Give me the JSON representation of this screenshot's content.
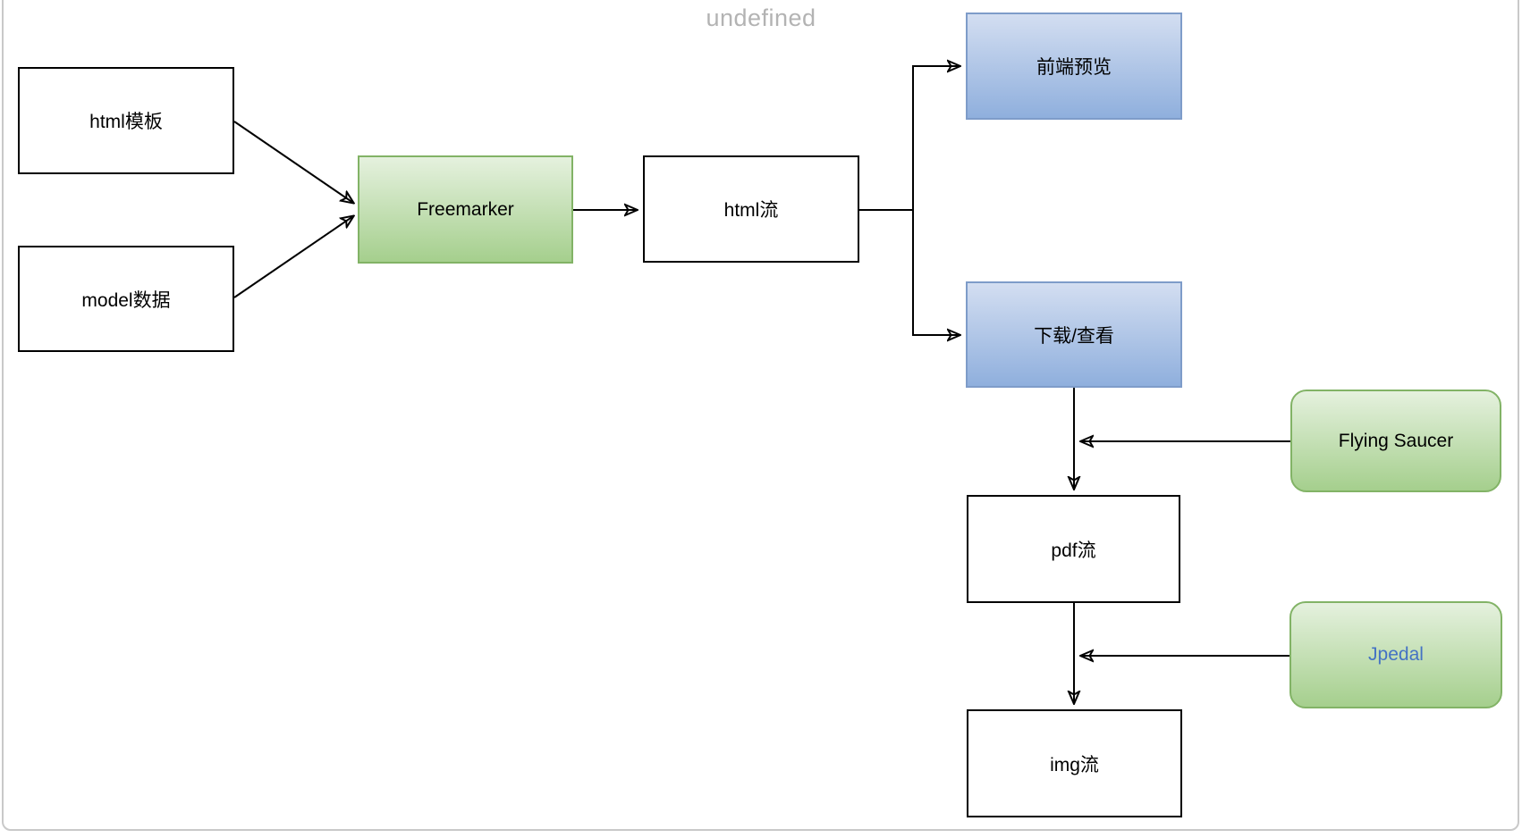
{
  "canvas": {
    "title": "undefined",
    "title_color": "#b3b3b3",
    "background": "#ffffff",
    "border_color": "#c9c9c9"
  },
  "colors": {
    "edge_line": "#000000",
    "white_node_fill": "#ffffff",
    "white_node_border": "#000000",
    "green_gradient_top": "#e5f1de",
    "green_gradient_bottom": "#a5cf8d",
    "green_border": "#82b366",
    "blue_gradient_top": "#d3def1",
    "blue_gradient_bottom": "#8fafdd",
    "blue_border": "#7e9cc9",
    "jpedal_text": "#4472c4",
    "default_text": "#000000"
  },
  "nodes": [
    {
      "id": "html-template",
      "label": "html模板",
      "shape": "rectangle",
      "style": "white"
    },
    {
      "id": "model-data",
      "label": "model数据",
      "shape": "rectangle",
      "style": "white"
    },
    {
      "id": "freemarker",
      "label": "Freemarker",
      "shape": "rectangle",
      "style": "green"
    },
    {
      "id": "html-stream",
      "label": "html流",
      "shape": "rectangle",
      "style": "white"
    },
    {
      "id": "frontend-preview",
      "label": "前端预览",
      "shape": "rectangle",
      "style": "blue"
    },
    {
      "id": "download-view",
      "label": "下载/查看",
      "shape": "rectangle",
      "style": "blue"
    },
    {
      "id": "flying-saucer",
      "label": "Flying Saucer",
      "shape": "rounded",
      "style": "green"
    },
    {
      "id": "pdf-stream",
      "label": "pdf流",
      "shape": "rectangle",
      "style": "white"
    },
    {
      "id": "jpedal",
      "label": "Jpedal",
      "shape": "rounded",
      "style": "green",
      "text_color": "#4472c4"
    },
    {
      "id": "img-stream",
      "label": "img流",
      "shape": "rectangle",
      "style": "white"
    }
  ],
  "edges": [
    {
      "from": "html模板",
      "to": "Freemarker",
      "type": "arrow"
    },
    {
      "from": "model数据",
      "to": "Freemarker",
      "type": "arrow"
    },
    {
      "from": "Freemarker",
      "to": "html流",
      "type": "arrow"
    },
    {
      "from": "html流",
      "to": "前端预览",
      "type": "arrow"
    },
    {
      "from": "html流",
      "to": "下载/查看",
      "type": "arrow"
    },
    {
      "from": "下载/查看",
      "to": "pdf流",
      "type": "arrow"
    },
    {
      "from": "Flying Saucer",
      "to": "下载/查看 → pdf流 连线",
      "type": "arrow"
    },
    {
      "from": "pdf流",
      "to": "img流",
      "type": "arrow"
    },
    {
      "from": "Jpedal",
      "to": "pdf流 → img流 连线",
      "type": "arrow"
    }
  ]
}
